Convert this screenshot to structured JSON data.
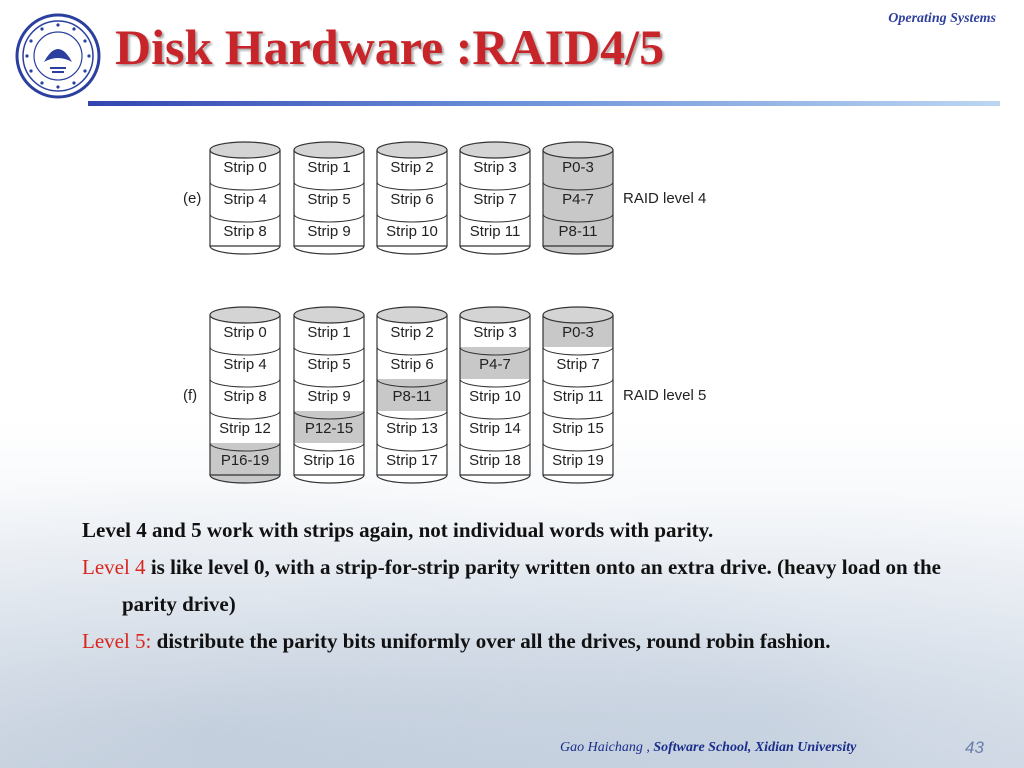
{
  "header": {
    "title": "Disk Hardware :RAID4/5",
    "course": "Operating Systems"
  },
  "diagram": {
    "rows": [
      {
        "label": "(e)",
        "level_label": "RAID level 4",
        "disks": [
          [
            {
              "text": "Strip 0",
              "parity": false
            },
            {
              "text": "Strip 4",
              "parity": false
            },
            {
              "text": "Strip 8",
              "parity": false
            }
          ],
          [
            {
              "text": "Strip 1",
              "parity": false
            },
            {
              "text": "Strip 5",
              "parity": false
            },
            {
              "text": "Strip 9",
              "parity": false
            }
          ],
          [
            {
              "text": "Strip 2",
              "parity": false
            },
            {
              "text": "Strip 6",
              "parity": false
            },
            {
              "text": "Strip 10",
              "parity": false
            }
          ],
          [
            {
              "text": "Strip 3",
              "parity": false
            },
            {
              "text": "Strip 7",
              "parity": false
            },
            {
              "text": "Strip 11",
              "parity": false
            }
          ],
          [
            {
              "text": "P0-3",
              "parity": true
            },
            {
              "text": "P4-7",
              "parity": true
            },
            {
              "text": "P8-11",
              "parity": true
            }
          ]
        ]
      },
      {
        "label": "(f)",
        "level_label": "RAID level 5",
        "disks": [
          [
            {
              "text": "Strip 0",
              "parity": false
            },
            {
              "text": "Strip 4",
              "parity": false
            },
            {
              "text": "Strip 8",
              "parity": false
            },
            {
              "text": "Strip 12",
              "parity": false
            },
            {
              "text": "P16-19",
              "parity": true
            }
          ],
          [
            {
              "text": "Strip 1",
              "parity": false
            },
            {
              "text": "Strip 5",
              "parity": false
            },
            {
              "text": "Strip 9",
              "parity": false
            },
            {
              "text": "P12-15",
              "parity": true
            },
            {
              "text": "Strip 16",
              "parity": false
            }
          ],
          [
            {
              "text": "Strip 2",
              "parity": false
            },
            {
              "text": "Strip 6",
              "parity": false
            },
            {
              "text": "P8-11",
              "parity": true
            },
            {
              "text": "Strip 13",
              "parity": false
            },
            {
              "text": "Strip 17",
              "parity": false
            }
          ],
          [
            {
              "text": "Strip 3",
              "parity": false
            },
            {
              "text": "P4-7",
              "parity": true
            },
            {
              "text": "Strip 10",
              "parity": false
            },
            {
              "text": "Strip 14",
              "parity": false
            },
            {
              "text": "Strip 18",
              "parity": false
            }
          ],
          [
            {
              "text": "P0-3",
              "parity": true
            },
            {
              "text": "Strip 7",
              "parity": false
            },
            {
              "text": "Strip 11",
              "parity": false
            },
            {
              "text": "Strip 15",
              "parity": false
            },
            {
              "text": "Strip 19",
              "parity": false
            }
          ]
        ]
      }
    ]
  },
  "body": {
    "p1": "Level 4 and 5 work with strips again, not individual words with parity.",
    "p2_highlight": "Level 4",
    "p2_rest": " is like level 0, with a strip-for-strip parity written onto an extra drive. (heavy load on the parity drive)",
    "p3_highlight": "Level 5:",
    "p3_rest": " distribute the parity bits uniformly over all the drives, round robin fashion."
  },
  "footer": {
    "author": "Gao Haichang ,",
    "school": "Software School,  Xidian University",
    "page": "43"
  },
  "colors": {
    "title": "#c8252a",
    "highlight": "#d8261e",
    "footer": "#1a2d8a",
    "parity_fill": "#c8c8c8",
    "data_fill": "#ffffff"
  },
  "icons": {
    "logo": "university-seal-icon"
  }
}
